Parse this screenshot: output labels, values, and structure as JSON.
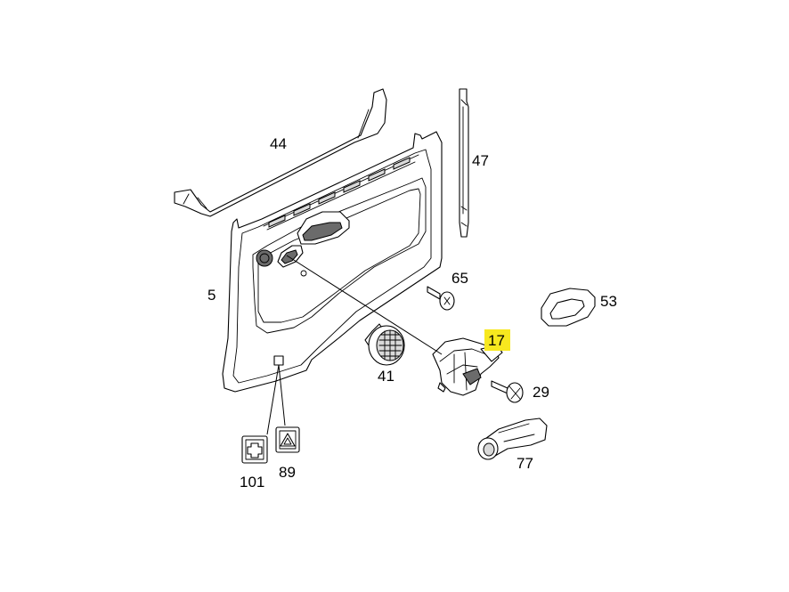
{
  "highlight_color": "#f7e81f",
  "labels": {
    "p44": "44",
    "p47": "47",
    "p5": "5",
    "p65": "65",
    "p53": "53",
    "p17": "17",
    "p41": "41",
    "p29": "29",
    "p101": "101",
    "p89": "89",
    "p77": "77"
  },
  "highlighted_part": "17"
}
